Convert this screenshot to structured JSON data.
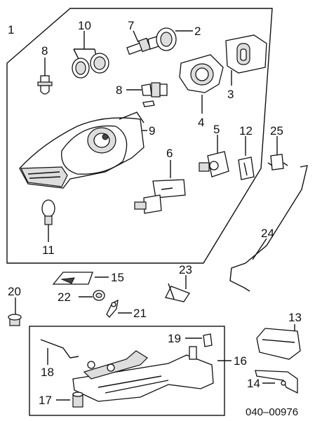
{
  "diagram": {
    "reference_code": "040–00976",
    "callouts": {
      "c1": "1",
      "c2": "2",
      "c3": "3",
      "c4": "4",
      "c5": "5",
      "c6": "6",
      "c7": "7",
      "c8a": "8",
      "c8b": "8",
      "c9": "9",
      "c10": "10",
      "c11": "11",
      "c12": "12",
      "c13": "13",
      "c14": "14",
      "c15": "15",
      "c16": "16",
      "c17": "17",
      "c18": "18",
      "c19": "19",
      "c20": "20",
      "c21": "21",
      "c22": "22",
      "c23": "23",
      "c24": "24",
      "c25": "25"
    }
  }
}
